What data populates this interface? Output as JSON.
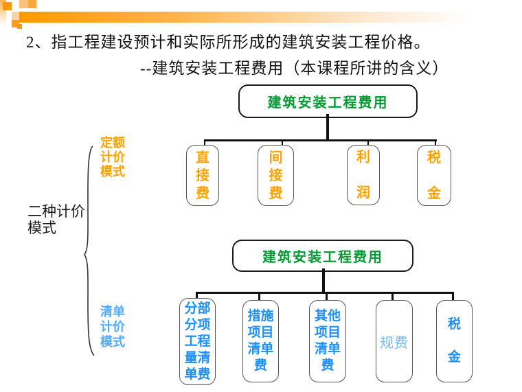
{
  "slide": {
    "title_line1": "2、指工程建设预计和实际所形成的建筑安装工程价格。",
    "title_line2": "--建筑安装工程费用（本课程所讲的含义）"
  },
  "side_labels": {
    "quota_mode": {
      "text": "定额计价模式",
      "display": "定额\n计价\n模式",
      "color": "#ffa200"
    },
    "two_modes": {
      "text": "二种计价模式",
      "display": "二种计价\n模式",
      "color": "#1a1a1a"
    },
    "list_mode": {
      "text": "清单计价模式",
      "display": "清单\n计价\n模式",
      "color": "#55aaff"
    }
  },
  "diagram1": {
    "root": "建筑安装工程费用",
    "root_color": "#009933",
    "child_color": "#ffa200",
    "children": [
      {
        "text": "直接费",
        "display": "直\n接\n费"
      },
      {
        "text": "间接费",
        "display": "间\n接\n费"
      },
      {
        "text": "利润",
        "display": "利\n\n润"
      },
      {
        "text": "税金",
        "display": "税\n\n金"
      }
    ]
  },
  "diagram2": {
    "root": "建筑安装工程费用",
    "root_color": "#009933",
    "child_color": "#1e8fff",
    "children": [
      {
        "text": "分部分项工程量清单费",
        "display": "分部\n分项\n工程\n量清\n单费"
      },
      {
        "text": "措施项目清单费",
        "display": "措施\n项目\n清单\n费"
      },
      {
        "text": "其他项目清单费",
        "display": "其他\n项目\n清单\n费"
      },
      {
        "text": "规费",
        "display": "规费",
        "color": "#6fb7ff"
      },
      {
        "text": "税金",
        "display": "税\n\n金"
      }
    ]
  },
  "colors": {
    "accent_orange": "#ff9900",
    "text_green": "#009933",
    "text_orange": "#ffa200",
    "text_blue": "#1e8fff",
    "text_blue_light": "#6fb7ff",
    "connector": "#111111"
  }
}
